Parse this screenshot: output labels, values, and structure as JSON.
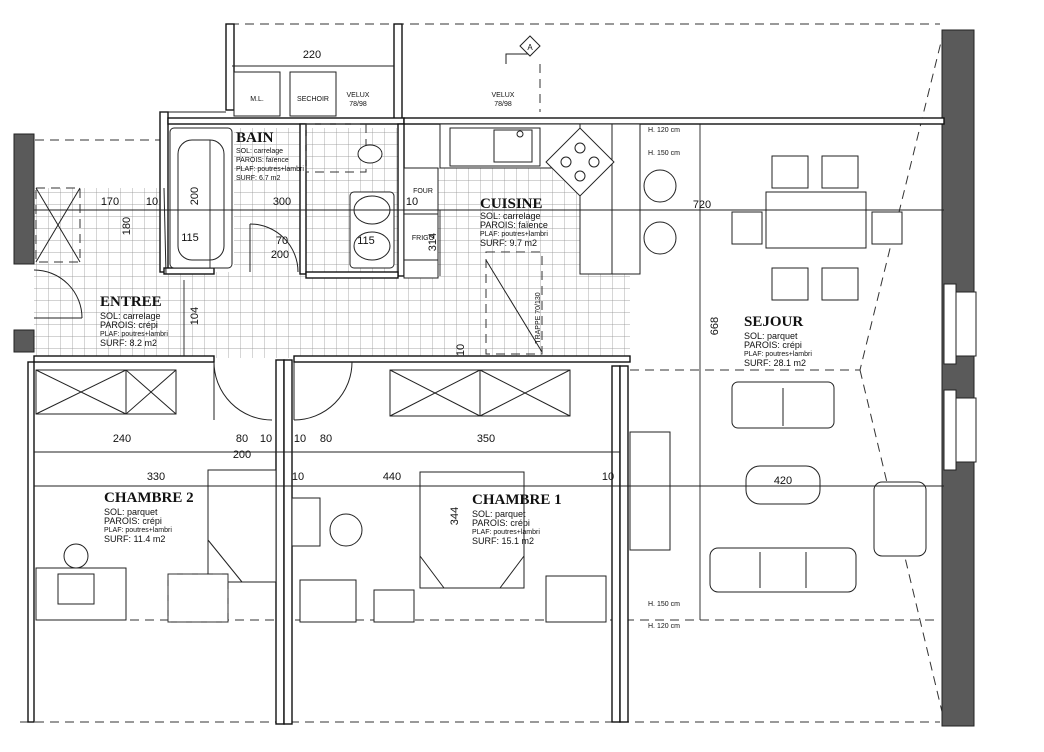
{
  "rooms": {
    "bain": {
      "name": "BAIN",
      "sol": "SOL: carrelage",
      "parois": "PAROIS: faïence",
      "plaf": "PLAF: poutres+lambri",
      "surf": "SURF: 6.7 m2"
    },
    "cuisine": {
      "name": "CUISINE",
      "sol": "SOL: carrelage",
      "parois": "PAROIS: faïence",
      "plaf": "PLAF: poutres+lambri",
      "surf": "SURF: 9.7 m2"
    },
    "entree": {
      "name": "ENTREE",
      "sol": "SOL: carrelage",
      "parois": "PAROIS: crépi",
      "plaf": "PLAF: poutres+lambri",
      "surf": "SURF: 8.2 m2"
    },
    "sejour": {
      "name": "SEJOUR",
      "sol": "SOL: parquet",
      "parois": "PAROIS: crépi",
      "plaf": "PLAF: poutres+lambri",
      "surf": "SURF: 28.1 m2"
    },
    "chambre2": {
      "name": "CHAMBRE 2",
      "sol": "SOL: parquet",
      "parois": "PAROIS: crépi",
      "plaf": "PLAF: poutres+lambri",
      "surf": "SURF: 11.4 m2"
    },
    "chambre1": {
      "name": "CHAMBRE 1",
      "sol": "SOL: parquet",
      "parois": "PAROIS: crépi",
      "plaf": "PLAF: poutres+lambri",
      "surf": "SURF: 15.1 m2"
    }
  },
  "labels": {
    "ml": "M.L.",
    "sechoir": "SECHOIR",
    "velux_name": "VELUX",
    "velux_size": "78/98",
    "four": "FOUR",
    "frigo": "FRIGO",
    "trappe": "TRAPPE 70/130",
    "section_marker": "A",
    "h120_top": "H. 120 cm",
    "h150_top": "H. 150 cm",
    "h150_bottom": "H. 150 cm",
    "h120_bottom": "H. 120 cm"
  },
  "dimensions": {
    "d220": "220",
    "d170": "170",
    "d10_a": "10",
    "d300": "300",
    "d10_b": "10",
    "d720": "720",
    "d180": "180",
    "d200_bath": "200",
    "d115_a": "115",
    "d70": "70",
    "d200_door": "200",
    "d115_b": "115",
    "d314": "314",
    "d104": "104",
    "d10_c": "10",
    "d668": "668",
    "d240": "240",
    "d80_a": "80",
    "d10_d": "10",
    "d10_e": "10",
    "d80_b": "80",
    "d200_corr": "200",
    "d350": "350",
    "d330": "330",
    "d10_f": "10",
    "d440": "440",
    "d10_g": "10",
    "d420": "420",
    "d344": "344"
  }
}
